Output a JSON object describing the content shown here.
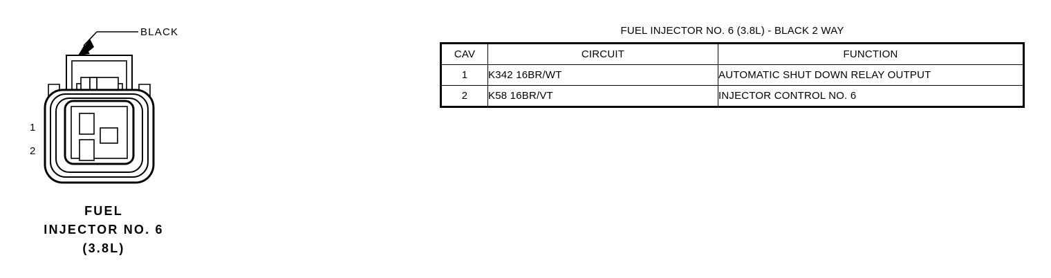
{
  "connector": {
    "color_callout": "BLACK",
    "cavity_labels": [
      "1",
      "2"
    ],
    "caption_lines": [
      "FUEL",
      "INJECTOR NO. 6",
      "(3.8L)"
    ],
    "line_color": "#000000"
  },
  "table": {
    "title": "FUEL INJECTOR NO. 6 (3.8L) - BLACK 2 WAY",
    "headers": [
      "CAV",
      "CIRCUIT",
      "FUNCTION"
    ],
    "rows": [
      {
        "cav": "1",
        "circuit": "K342 16BR/WT",
        "function": "AUTOMATIC SHUT DOWN RELAY OUTPUT"
      },
      {
        "cav": "2",
        "circuit": "K58 16BR/VT",
        "function": "INJECTOR CONTROL NO. 6"
      }
    ]
  }
}
